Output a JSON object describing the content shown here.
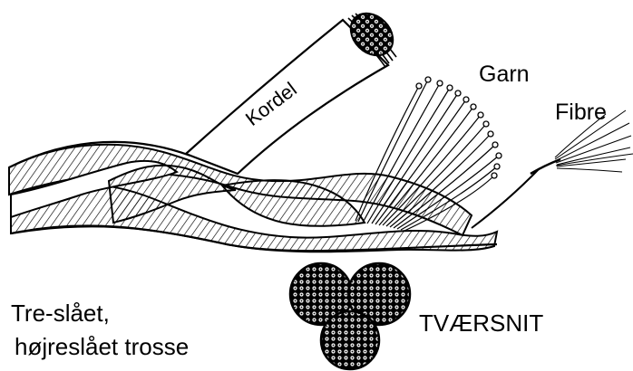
{
  "labels": {
    "kordel": "Kordel",
    "garn": "Garn",
    "fibre": "Fibre",
    "caption_line1": "Tre-slået,",
    "caption_line2": "højreslået trosse",
    "cross_section": "TVÆRSNIT"
  },
  "colors": {
    "ink": "#000000",
    "paper": "#ffffff"
  }
}
